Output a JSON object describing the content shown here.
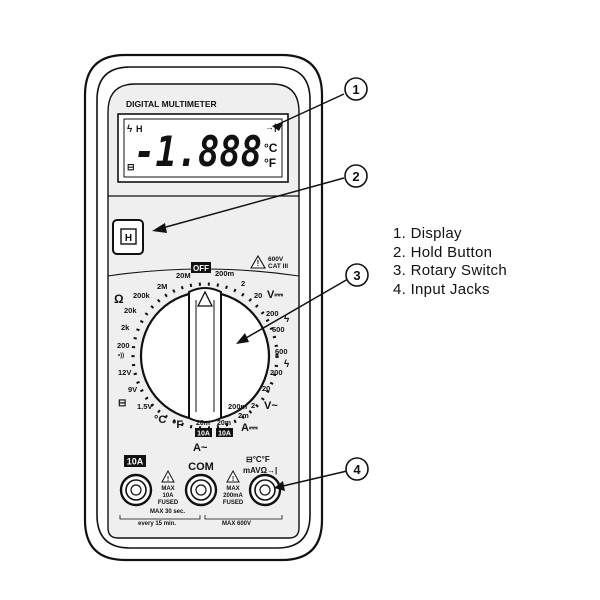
{
  "device": {
    "brand_label": "DIGITAL MULTIMETER",
    "lcd": {
      "digits": "-1.888",
      "indicator_lightning": "ϟ",
      "indicator_hold": "H",
      "indicator_battery": "⊟",
      "indicator_diode": "→|",
      "indicator_celsius": "°C",
      "indicator_fahrenheit": "°F"
    },
    "hold_button_label": "H",
    "warning_rating": "600V\nCAT III",
    "dial": {
      "off_label": "OFF",
      "ranges_left": [
        "20M",
        "2M",
        "200k",
        "20k",
        "2k",
        "200",
        "12V",
        "9V",
        "1.5V"
      ],
      "ranges_right": [
        "200m",
        "2",
        "20",
        "200",
        "600",
        "600",
        "200",
        "20",
        "2"
      ],
      "ranges_bottom": [
        "°C",
        "°F",
        "20m",
        "10A",
        "20m",
        "10A",
        "2m",
        "200m"
      ],
      "symbols": {
        "ohm": "Ω",
        "dc_volts": "V⎓",
        "ac_volts": "V~",
        "ac_amps": "A~",
        "dc_amps": "A⎓",
        "buzzer": "•))",
        "battery": "⊟"
      }
    },
    "jacks": {
      "jack_10a_label": "10A",
      "jack_com_label": "COM",
      "jack_v_label_top": "⊟°C°F",
      "jack_v_label_bottom": "mAVΩ→|",
      "warn_10a": [
        "MAX",
        "10A",
        "FUSED"
      ],
      "warn_ma": [
        "MAX",
        "200mA",
        "FUSED"
      ],
      "note_time": [
        "MAX 30 sec.",
        "every 15 min."
      ],
      "note_max_voltage": "MAX 600V"
    }
  },
  "callouts": [
    "1",
    "2",
    "3",
    "4"
  ],
  "legend": [
    "1. Display",
    "2. Hold Button",
    "3. Rotary Switch",
    "4. Input Jacks"
  ]
}
